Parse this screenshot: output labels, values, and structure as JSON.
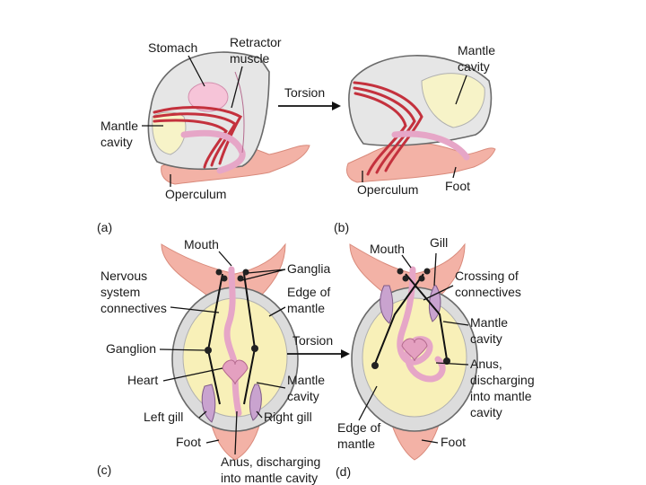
{
  "panels": {
    "a": {
      "tag": "(a)",
      "labels": {
        "stomach": "Stomach",
        "retractor_1": "Retractor",
        "retractor_2": "muscle",
        "mantle_1": "Mantle",
        "mantle_2": "cavity",
        "operculum": "Operculum"
      }
    },
    "b": {
      "tag": "(b)",
      "labels": {
        "mantle_1": "Mantle",
        "mantle_2": "cavity",
        "operculum": "Operculum",
        "foot": "Foot"
      }
    },
    "c": {
      "tag": "(c)",
      "labels": {
        "mouth": "Mouth",
        "ganglia": "Ganglia",
        "nervous_1": "Nervous",
        "nervous_2": "system",
        "nervous_3": "connectives",
        "edge_1": "Edge of",
        "edge_2": "mantle",
        "ganglion": "Ganglion",
        "heart": "Heart",
        "mantle_1": "Mantle",
        "mantle_2": "cavity",
        "left_gill": "Left gill",
        "right_gill": "Right gill",
        "foot": "Foot",
        "anus_1": "Anus, discharging",
        "anus_2": "into mantle cavity"
      }
    },
    "d": {
      "tag": "(d)",
      "labels": {
        "mouth": "Mouth",
        "gill": "Gill",
        "crossing_1": "Crossing of",
        "crossing_2": "connectives",
        "mantle_1": "Mantle",
        "mantle_2": "cavity",
        "anus_1": "Anus,",
        "anus_2": "discharging",
        "anus_3": "into mantle",
        "anus_4": "cavity",
        "edge_1": "Edge of",
        "edge_2": "mantle",
        "foot": "Foot"
      }
    }
  },
  "arrows": {
    "top": "Torsion",
    "bottom": "Torsion"
  }
}
